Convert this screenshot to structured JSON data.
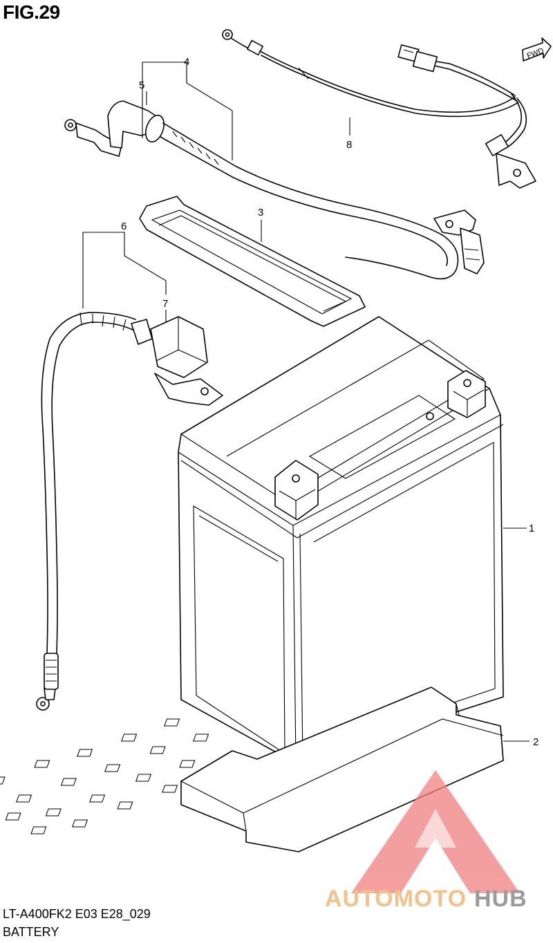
{
  "figure": {
    "title": "FIG.29",
    "footer_code": "LT-A400FK2 E03 E28_029",
    "footer_name": "BATTERY",
    "fwd_label": "FWD"
  },
  "callouts": [
    "1",
    "2",
    "3",
    "4",
    "5",
    "6",
    "7",
    "8"
  ],
  "watermark": {
    "part1": "AUTOMOTO",
    "part2": "HUB",
    "color_part1": "#f5c08a",
    "color_part2": "#9a9a9a",
    "logo_color": "#f08080"
  }
}
